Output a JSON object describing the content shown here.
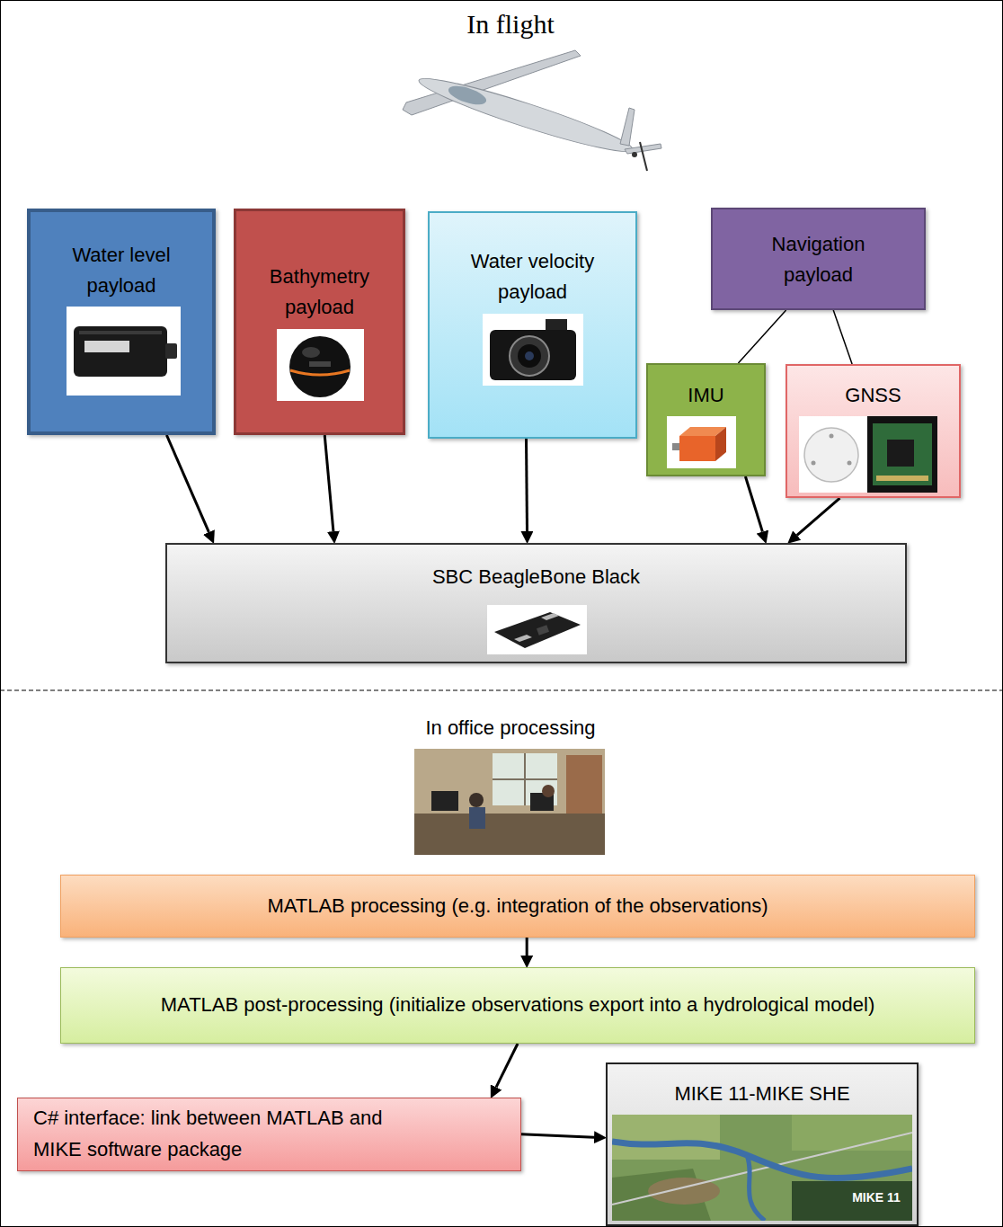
{
  "diagram": {
    "nodes": [
      {
        "text": [
          "Water level payload"
        ]
      },
      {
        "text": [
          "Bathymetry payload"
        ]
      },
      {
        "text": [
          "Water velocity payload"
        ]
      },
      {
        "text": [
          "Navigation payload"
        ]
      },
      {
        "text": [
          "IMU"
        ]
      },
      {
        "text": [
          "GNSS"
        ]
      },
      {
        "text": [
          "SBC BeagleBone Black"
        ]
      },
      {
        "text": [
          "MATLAB processing (e.g. integration of the observations)"
        ]
      },
      {
        "text": [
          "MATLAB post-processing (initialize observations export into a hydrological model)"
        ]
      },
      {
        "text": [
          "C# interface: link between MATLAB and MIKE software package"
        ]
      },
      {
        "text": [
          "MIKE 11-MIKE SHE"
        ]
      }
    ],
    "edges": [
      {
        "from": 3,
        "to": 4,
        "arrow": "none"
      },
      {
        "from": 3,
        "to": 5,
        "arrow": "none"
      },
      {
        "from": 0,
        "to": 6,
        "arrow": "to"
      },
      {
        "from": 1,
        "to": 6,
        "arrow": "to"
      },
      {
        "from": 2,
        "to": 6,
        "arrow": "to"
      },
      {
        "from": 4,
        "to": 6,
        "arrow": "to"
      },
      {
        "from": 5,
        "to": 6,
        "arrow": "to"
      },
      {
        "from": 7,
        "to": 8,
        "arrow": "to"
      },
      {
        "from": 8,
        "to": 9,
        "arrow": "to"
      },
      {
        "from": 9,
        "to": 10,
        "arrow": "to"
      }
    ],
    "labels": [
      "In flight",
      "In office processing",
      "MIKE 11"
    ]
  }
}
